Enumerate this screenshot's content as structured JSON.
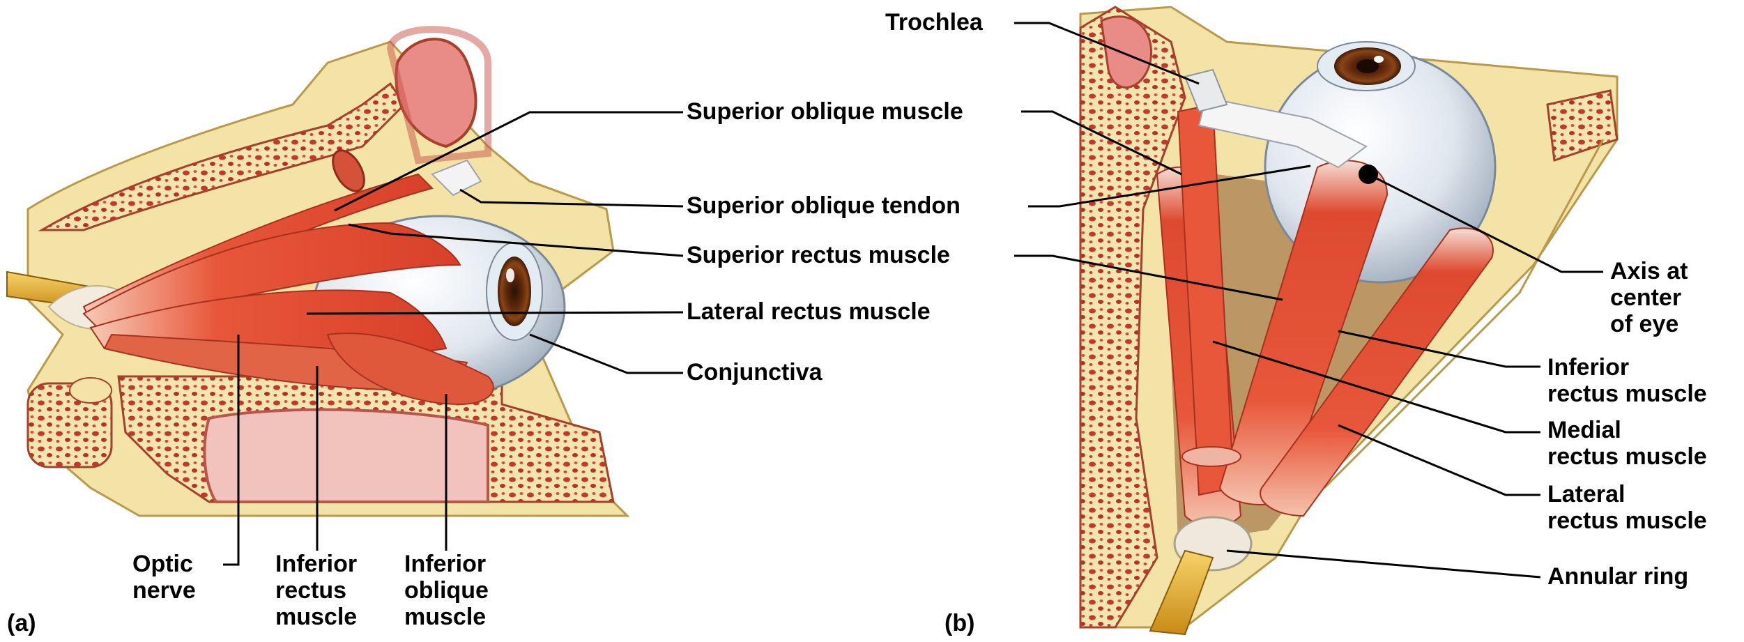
{
  "panel_a": {
    "letter": "(a)",
    "labels": {
      "superior_oblique_muscle": "Superior oblique muscle",
      "superior_oblique_tendon": "Superior oblique tendon",
      "superior_rectus_muscle": "Superior rectus muscle",
      "lateral_rectus_muscle": "Lateral rectus muscle",
      "conjunctiva": "Conjunctiva",
      "optic_nerve": [
        "Optic",
        "nerve"
      ],
      "inferior_rectus_muscle": [
        "Inferior",
        "rectus",
        "muscle"
      ],
      "inferior_oblique_muscle": [
        "Inferior",
        "oblique",
        "muscle"
      ]
    }
  },
  "panel_b": {
    "letter": "(b)",
    "labels": {
      "trochlea": "Trochlea",
      "axis_at_center": [
        "Axis at",
        "center",
        "of eye"
      ],
      "inferior_rectus_muscle": [
        "Inferior",
        "rectus muscle"
      ],
      "medial_rectus_muscle": [
        "Medial",
        "rectus muscle"
      ],
      "lateral_rectus_muscle": [
        "Lateral",
        "rectus muscle"
      ],
      "annular_ring": "Annular ring"
    }
  },
  "colors": {
    "muscle": "#e8573a",
    "bone": "#f3e3a6",
    "marrow": "#c0392b",
    "sclera": "#dfe6ee",
    "iris": "#7a3b12",
    "nerve": "#e2a62a",
    "leader": "#000000"
  }
}
